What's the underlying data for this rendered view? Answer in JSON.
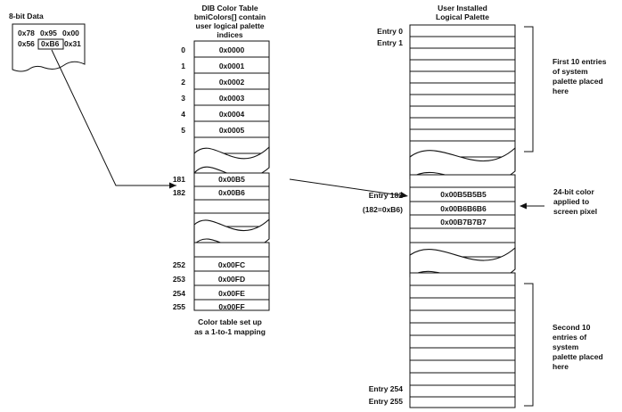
{
  "source": {
    "title": "8-bit Data",
    "row1": [
      "0x78",
      "0x95",
      "0x00"
    ],
    "row2": [
      "0x56",
      "0xB6",
      "0x31"
    ]
  },
  "dib": {
    "title": [
      "DIB Color Table",
      "bmiColors[] contain",
      "user logical palette",
      "indices"
    ],
    "rows_top": [
      {
        "index": "0",
        "value": "0x0000"
      },
      {
        "index": "1",
        "value": "0x0001"
      },
      {
        "index": "2",
        "value": "0x0002"
      },
      {
        "index": "3",
        "value": "0x0003"
      },
      {
        "index": "4",
        "value": "0x0004"
      },
      {
        "index": "5",
        "value": "0x0005"
      }
    ],
    "rows_mid": [
      {
        "index": "181",
        "value": "0x00B5"
      },
      {
        "index": "182",
        "value": "0x00B6"
      }
    ],
    "rows_bottom": [
      {
        "index": "252",
        "value": "0x00FC"
      },
      {
        "index": "253",
        "value": "0x00FD"
      },
      {
        "index": "254",
        "value": "0x00FE"
      },
      {
        "index": "255",
        "value": "0x00FF"
      }
    ],
    "caption": [
      "Color table set up",
      "as a 1-to-1 mapping"
    ]
  },
  "palette": {
    "title": [
      "User Installed",
      "Logical Palette"
    ],
    "entry0": "Entry 0",
    "entry1": "Entry 1",
    "entry182": "Entry 182",
    "entry182_note": "(182=0xB6)",
    "mid_values": [
      "0x00B5B5B5",
      "0x00B6B6B6",
      "0x00B7B7B7"
    ],
    "entry254": "Entry 254",
    "entry255": "Entry 255"
  },
  "notes": {
    "first10": [
      "First 10 entries",
      "of system",
      "palette placed",
      "here"
    ],
    "color24": [
      "24-bit color",
      "applied to",
      "screen pixel"
    ],
    "second10": [
      "Second 10",
      "entries of",
      "system",
      "palette placed",
      "here"
    ]
  }
}
